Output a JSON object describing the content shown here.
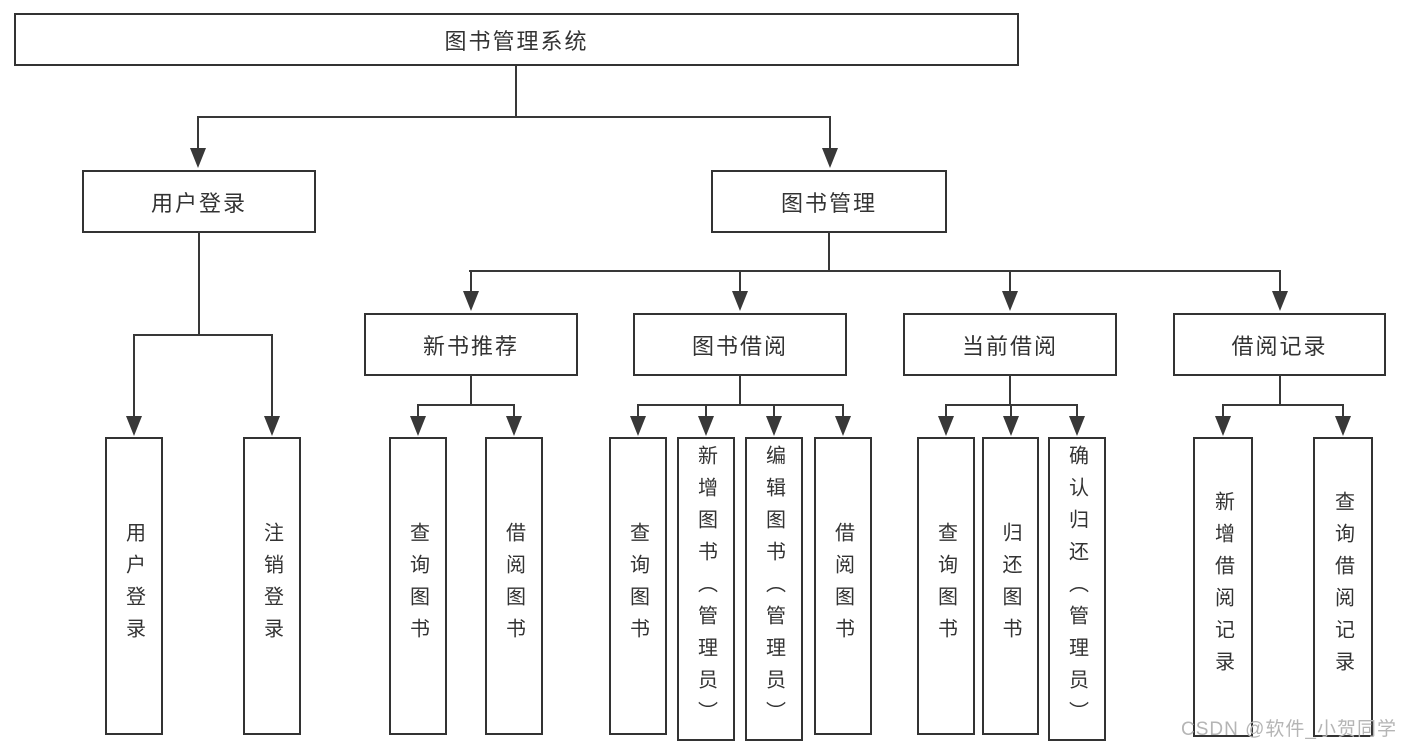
{
  "diagram": {
    "root": "图书管理系统",
    "level2": [
      "用户登录",
      "图书管理"
    ],
    "level3": [
      "新书推荐",
      "图书借阅",
      "当前借阅",
      "借阅记录"
    ],
    "leaves_user_login": [
      "用户登录",
      "注销登录"
    ],
    "leaves_new_book": [
      "查询图书",
      "借阅图书"
    ],
    "leaves_book_borrow": [
      "查询图书",
      "新增图书（管理员）",
      "编辑图书（管理员）",
      "借阅图书"
    ],
    "leaves_current_borrow": [
      "查询图书",
      "归还图书",
      "确认归还（管理员）"
    ],
    "leaves_borrow_record": [
      "新增借阅记录",
      "查询借阅记录"
    ]
  },
  "watermark": {
    "text": "CSDN @软件_小贺同学",
    "color": "#b5b5b5"
  },
  "colors": {
    "box_border": "#333333",
    "line": "#383838",
    "text": "#333333",
    "background": "#ffffff"
  }
}
